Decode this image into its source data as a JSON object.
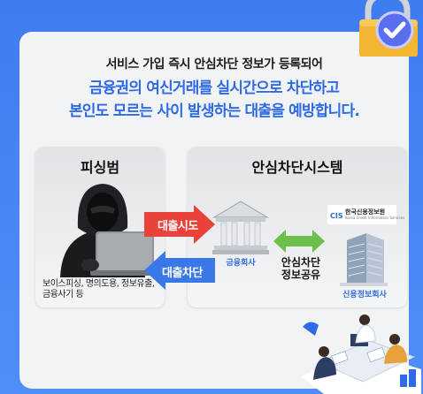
{
  "headline": {
    "line1": "서비스 가입 즉시 안심차단 정보가 등록되어",
    "line2": "금융권의 여신거래를 실시간으로 차단하고",
    "line3": "본인도 모르는 사이 발생하는 대출을 예방합니다."
  },
  "left_panel": {
    "title": "피싱범",
    "caption": "보이스피싱, 명의도용, 정보유출, 금융사기 등"
  },
  "arrows": {
    "attempt_label": "대출시도",
    "block_label": "대출차단"
  },
  "right_panel": {
    "title": "안심차단시스템",
    "bank_label": "금융회사",
    "share_label_1": "안심차단",
    "share_label_2": "정보공유",
    "logo_name": "한국신용정보원",
    "logo_sub": "Korea Credit Information Services",
    "logo_mark": "CIS",
    "tower_label": "신용정보회사"
  },
  "colors": {
    "background": "#3f7cf0",
    "accent_blue": "#2f6ae5",
    "arrow_red": "#e8423a",
    "arrow_blue": "#3b78e7",
    "arrow_green": "#6cc04a"
  },
  "icons": [
    "padlock-check-icon",
    "hacker-laptop-illustration",
    "bank-building-icon",
    "double-arrow-icon",
    "office-tower-icon",
    "business-meeting-illustration"
  ]
}
